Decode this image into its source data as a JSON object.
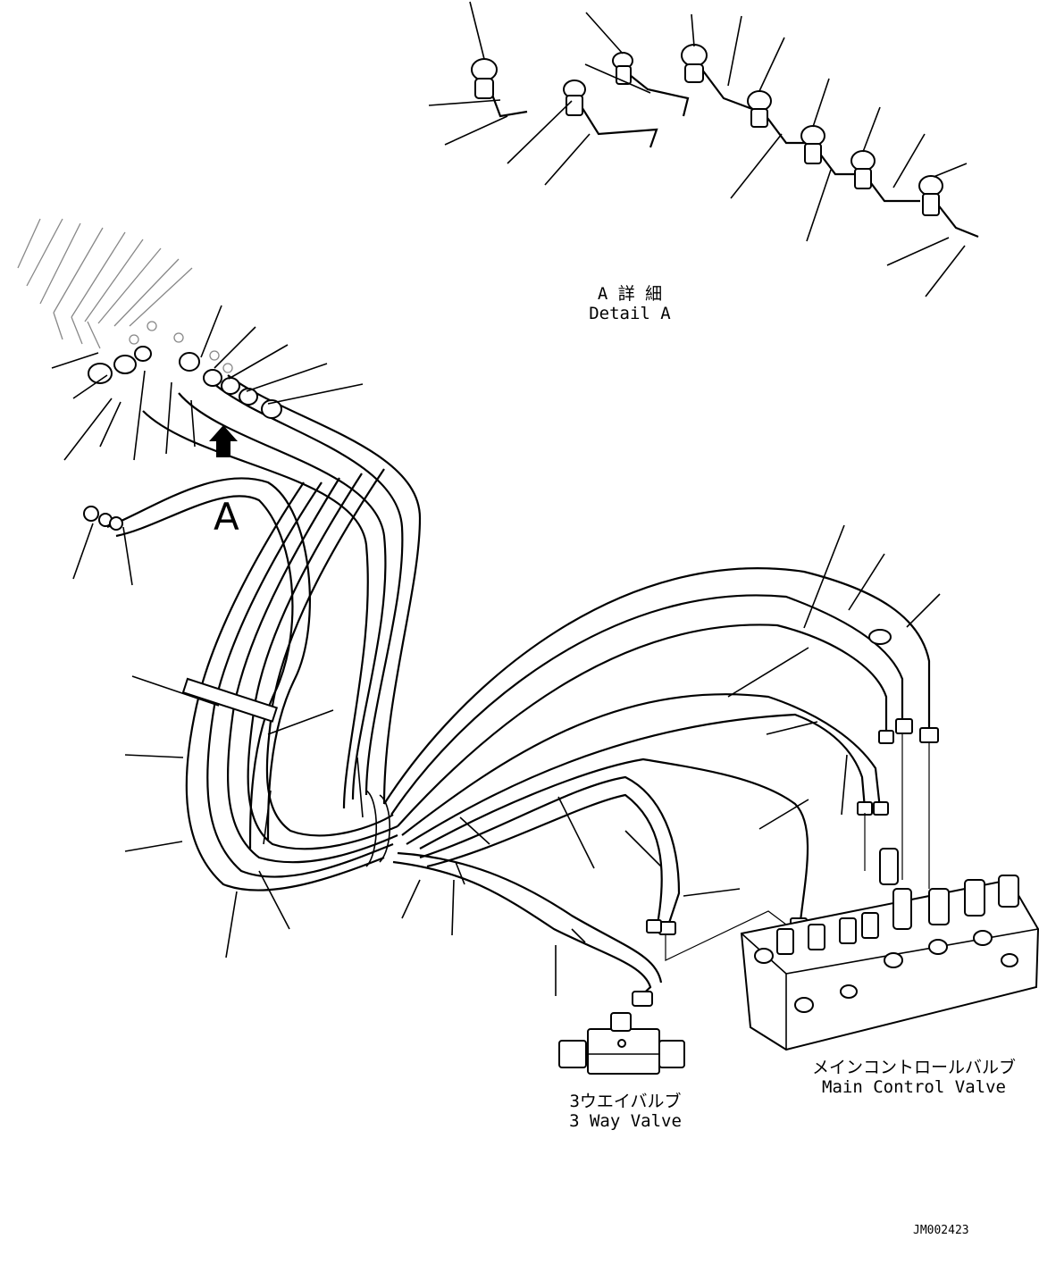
{
  "detail_label": {
    "jp": "A 詳 細",
    "en": "Detail A"
  },
  "view_marker": "A",
  "components": {
    "three_way_valve": {
      "jp": "3ウエイバルブ",
      "en": "3 Way Valve"
    },
    "main_control_valve": {
      "jp": "メインコントロールバルブ",
      "en": "Main Control Valve"
    }
  },
  "drawing_ref": "JM002423",
  "colors": {
    "line": "#000000",
    "background": "#ffffff"
  },
  "icons": {
    "view_direction": "arrow-up-icon"
  }
}
